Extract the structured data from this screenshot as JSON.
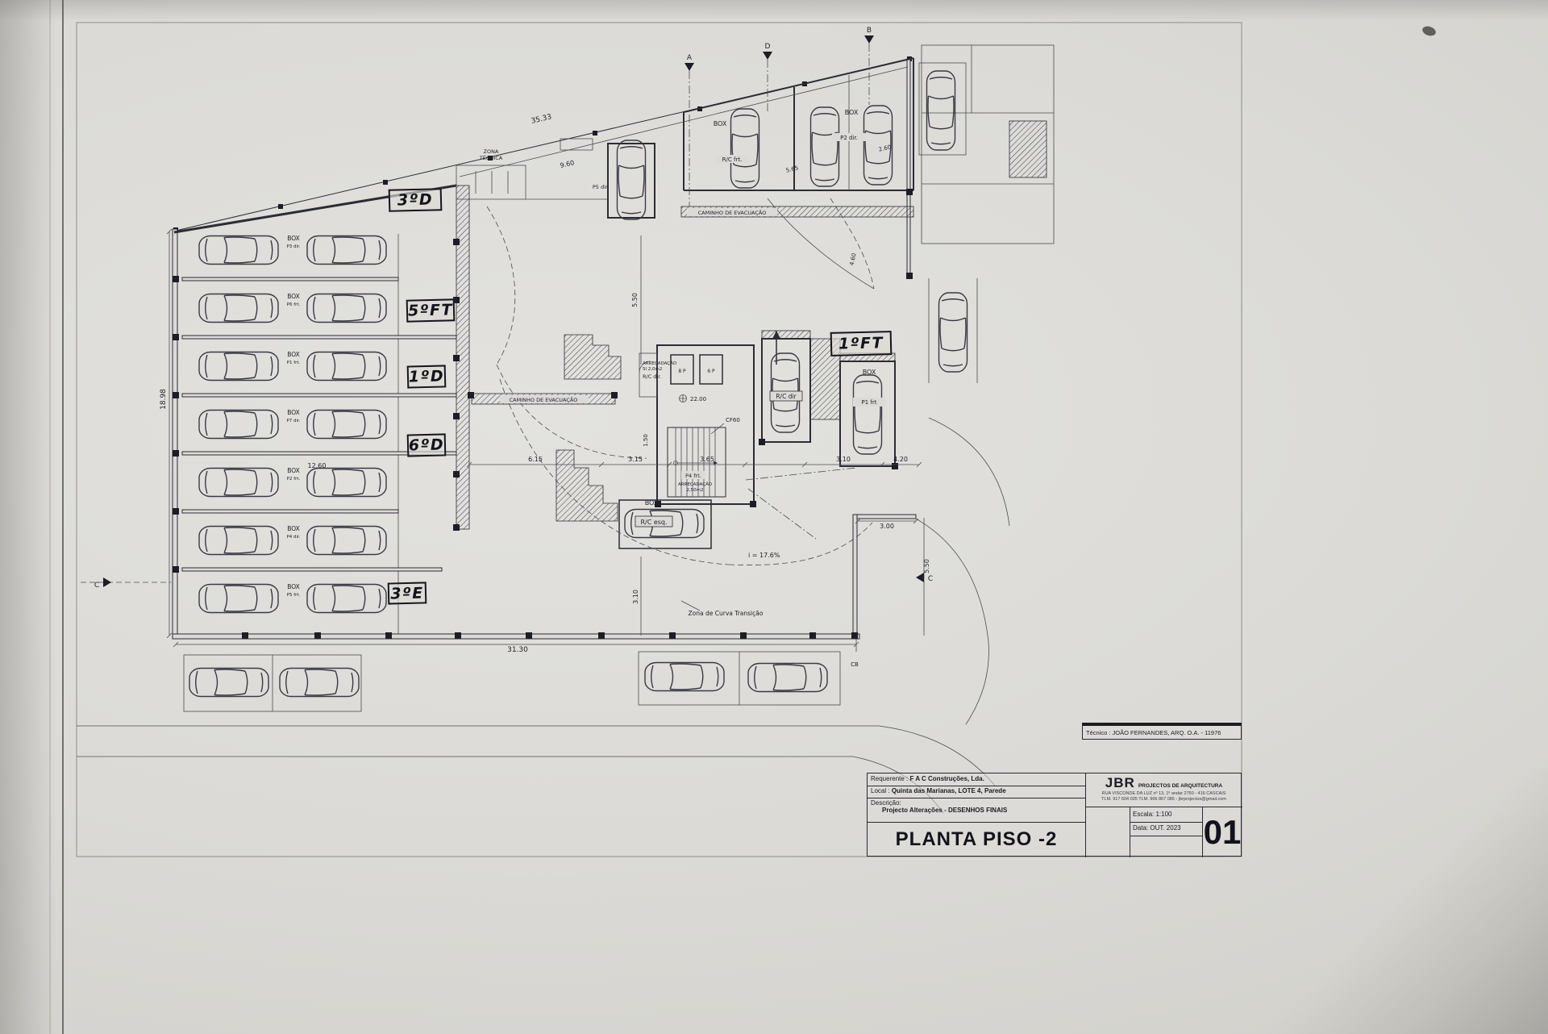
{
  "plan": {
    "zona1": "ZONA",
    "zona2": "TÉCNICA",
    "caminho_top": "CAMINHO DE EVACUAÇÃO",
    "caminho_mid": "CAMINHO DE EVACUAÇÃO",
    "garage_top_box": "BOX",
    "garage_top_tag": "R/C frt.",
    "garage_p2_box": "BOX",
    "garage_p2_tag": "P2 dir.",
    "p5dir": "P5 dir.",
    "rcdir_box": "R/C dir",
    "p1_box": "BOX",
    "p1_tag": "P1 frt",
    "rcesq_box": "BOX",
    "rcesq_tag": "R/C esq.",
    "arrec1a": "ARRECADAÇÃO",
    "arrec1b": "Sl 2,0m2",
    "rcdir_small": "R/C dir.",
    "lift_a": "8 P",
    "lift_b": "6 P",
    "p4frt": "P4 frt.",
    "arrec2a": "ARRECADAÇÃO",
    "arrec2b": "2,50m2",
    "cf60": "CF60",
    "level": "22.00",
    "slope": "i = 17.6%",
    "curva": "Zona de Curva Transição",
    "stalls": [
      {
        "box": "BOX",
        "tag": "P3 dir."
      },
      {
        "box": "BOX",
        "tag": "P6 frt."
      },
      {
        "box": "BOX",
        "tag": "P1 frt."
      },
      {
        "box": "BOX",
        "tag": "P7 dir."
      },
      {
        "box": "BOX",
        "tag": "P2 frt."
      },
      {
        "box": "BOX",
        "tag": "P4 dir."
      },
      {
        "box": "BOX",
        "tag": "P5 frt."
      }
    ],
    "dims": {
      "d_top": "35.33",
      "d_960": "9.60",
      "d_left": "18.98",
      "d_1260": "12.60",
      "d_bottom": "31.30",
      "c1": "6.15",
      "c2": "3.15",
      "c3": "3.65",
      "c4": "3.10",
      "c5": "4.20",
      "v550": "5.50",
      "v150": "1.50",
      "v310": "3.10",
      "r300": "3.00",
      "r550": "5.50",
      "t565": "5.65",
      "t260": "2.60",
      "s460": "4.60"
    },
    "marks": {
      "a": "A",
      "d": "D",
      "b": "B",
      "c1": "C",
      "c2": "C",
      "cb": "CB"
    }
  },
  "hand": {
    "d3": "3ºD",
    "ft5": "5ºFT",
    "d1": "1ºD",
    "d6": "6ºD",
    "e3": "3ºE",
    "ft1": "1ºFT"
  },
  "titleblock": {
    "tecnico": "Técnico : JOÃO FERNANDES, ARQ.   O.A. - 11976",
    "firm": "JBR",
    "firm_name": "PROJECTOS DE ARQUITECTURA",
    "addr1": "RUA VISCONDE DA LUZ nº 13, 1º andar  2750 - 416  CASCAIS",
    "addr2": "TLM. 917 604 035  TLM. 966 867 085 - jbrprojectos@gmail.com",
    "requerente_label": "Requerente :",
    "requerente": "F A C Construções, Lda.",
    "local_label": "Local :",
    "local": "Quinta das Marianas, LOTE 4, Parede",
    "descricao_label": "Descrição:",
    "descricao": "Projecto Alterações - DESENHOS FINAIS",
    "title": "PLANTA PISO -2",
    "escala": "Escala:  1:100",
    "data": "Data: OUT. 2023",
    "sheet": "01"
  }
}
